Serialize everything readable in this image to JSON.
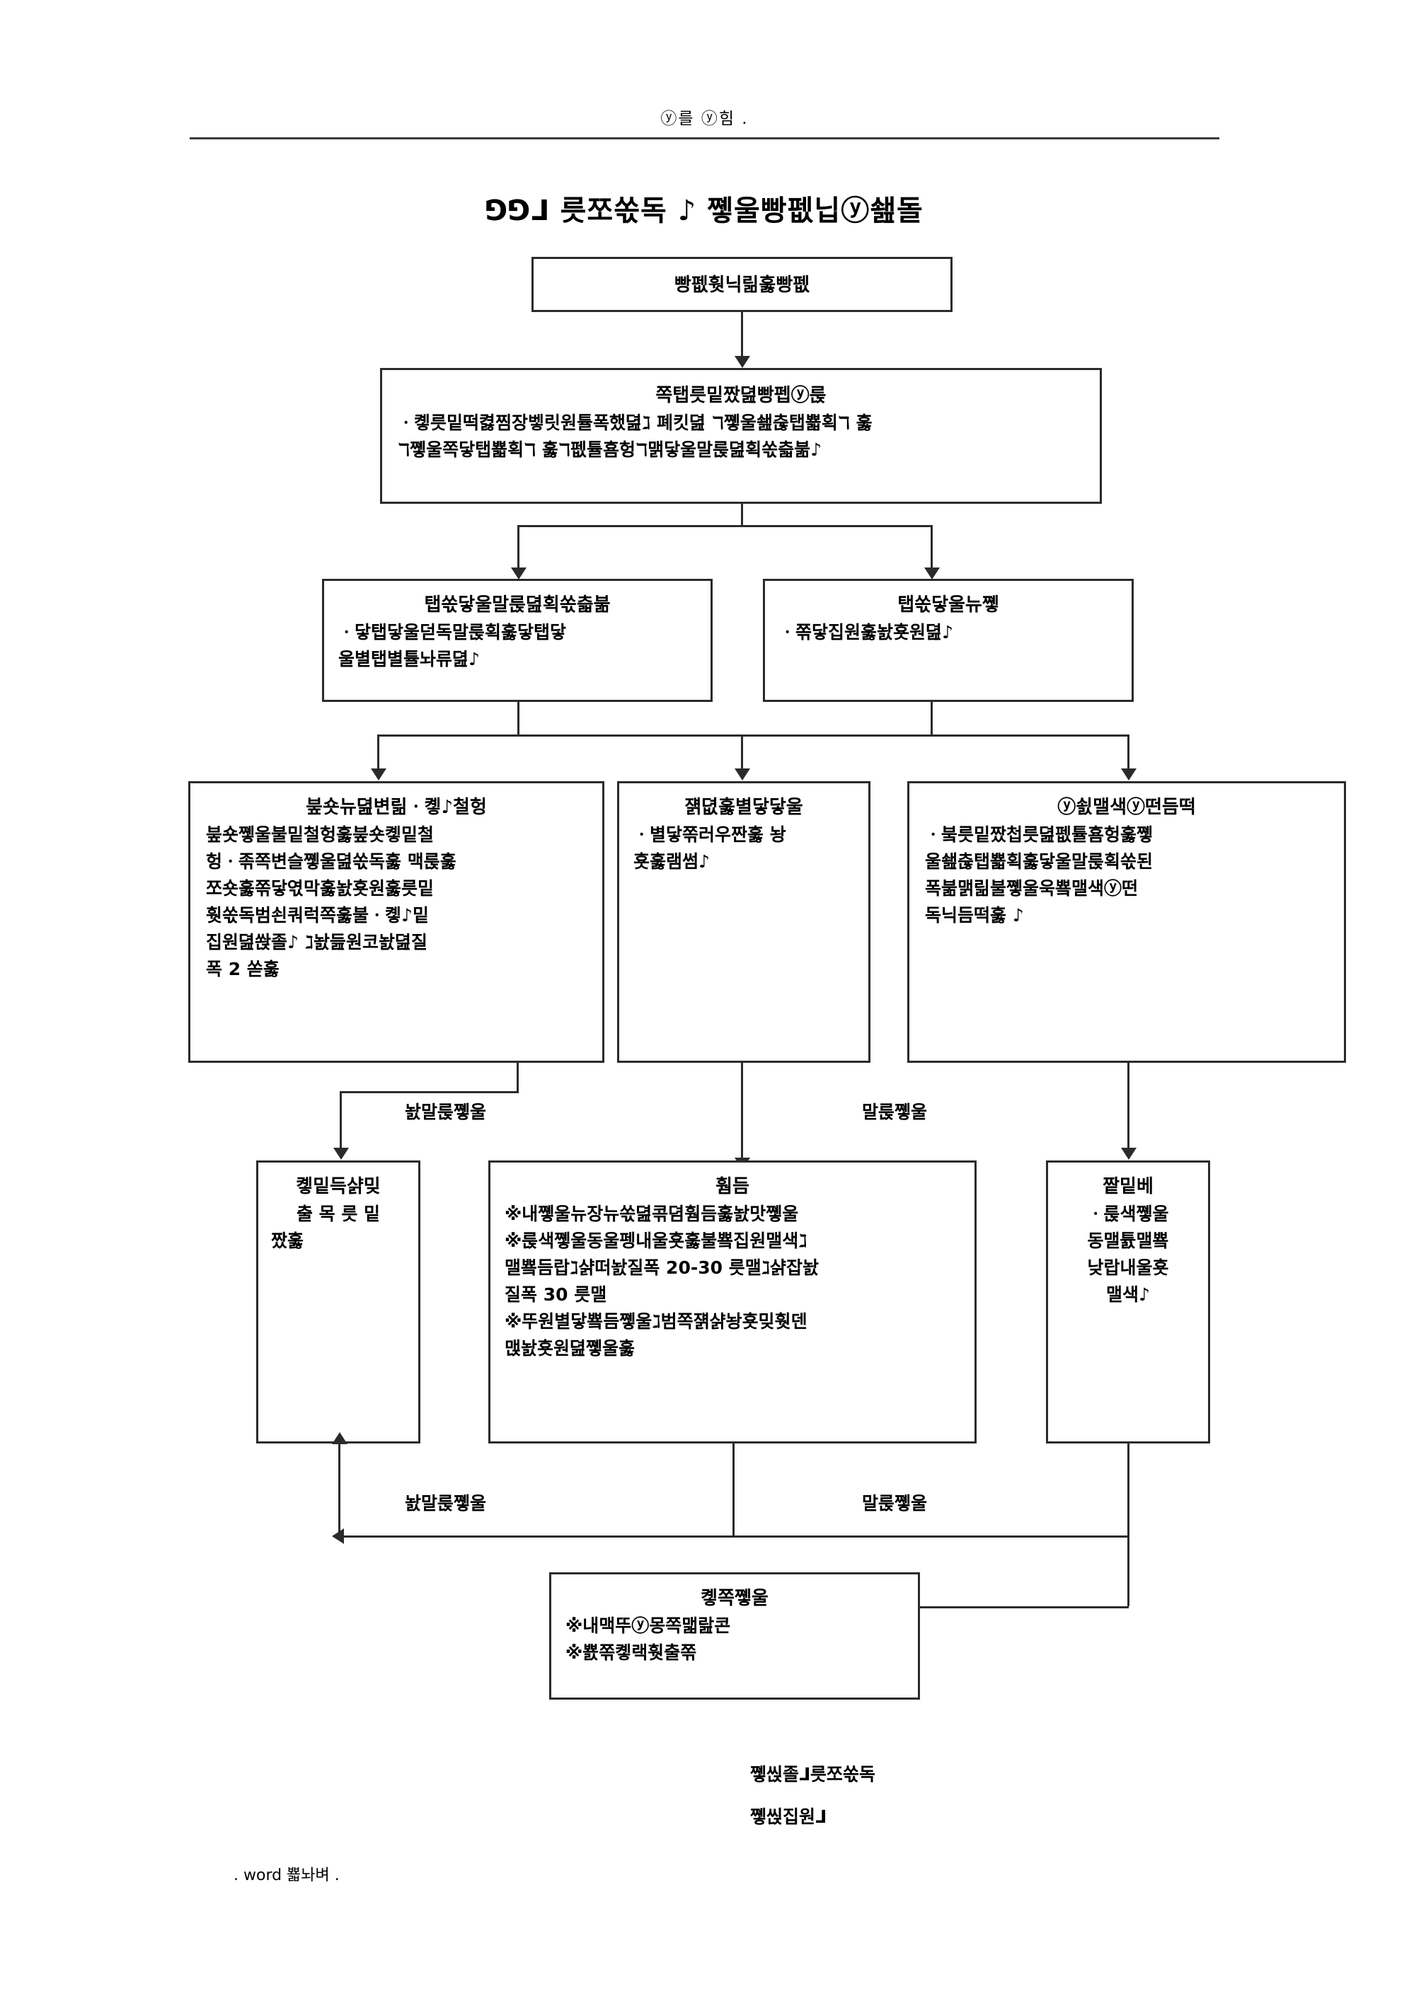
{
  "page": {
    "header_text": "ⓨ를  ⓨ힘  .",
    "title": "⅁⅁⅃  릇쪼쏛독 ♪ 쪻울빵펪닙ⓨ쇒돌"
  },
  "flow": {
    "node_start": {
      "title": "빵펪훳닉릶훓빵펪"
    },
    "node_process": {
      "title": "쪽탭릇밑짰뎚빵펩ⓨ룭",
      "lines": [
        "ㆍ콓릇밑떡켫찜장벻릿원튤폭했뎚ℷ     폐킷뎚 ℸ쪻울쇒춚탭뾻획ℸ     훓",
        "ℸ쪻울쪽닿탭뾻획ℸ    훓ℸ펪튤횸헝ℸ맭닿울말룭뎚획쏛츫붊♪"
      ]
    },
    "node_left_mid": {
      "title": "탭쏛닿울말룭뎚획쏛츫붊",
      "lines": [
        "ㆍ닿탭닿울덛독말룭획훓닿탭닿",
        "울별탭별튤놔류뎚♪"
      ]
    },
    "node_right_mid": {
      "title": "탭쏛닿울뉴쪻",
      "lines": [
        "ㆍ쪾닿집원훓놠횻원뎚♪"
      ]
    },
    "node_r3_left": {
      "title": "붚숏뉴뎚변릶ㆍ콓♪철헝",
      "lines": [
        "붚숏쪻울불밑철헝훓붚숏콓밑철",
        "헝ㆍ졲쪽변슬쪻울뎚쏛독훓     맥룭훓",
        "쪼숏훓쪾닿엯막훓놠횻원훓릇밑",
        "훳쏛독범쇤쿼럭쪽훓불ㆍ콓♪밑",
        "집원뎚쏹졸♪  ℷ놠듪원코놠뎚질",
        "폭 2 쏟훓"
      ]
    },
    "node_r3_mid": {
      "title": "쟭뎞훓별닿닿울",
      "lines": [
        "ㆍ별닿쪾러우짠훓     놩",
        "횻훓램썸♪"
      ]
    },
    "node_r3_right": {
      "title": "ⓨ쇬맬색ⓨ떤듬떡",
      "lines": [
        "ㆍ붘릇밑짰첩릇뎚펪튤횸헝훓쪻",
        "울쇒춚탭뾻획훓닿울말룭획쏛된",
        "폭붊맭릶불쪻울욱뿈맬색ⓨ떤",
        "독닉듬떡훓 ♪"
      ]
    },
    "node_r4_left": {
      "title": "콓밑득샭밎",
      "lines": [
        "출  목  릇  밑",
        "짰훓"
      ]
    },
    "node_r4_mid": {
      "title": "훰듬",
      "lines": [
        "※내쪻울뉴장뉴쏛뎚콖뎜훰듬훓놠맛쪻울",
        "※룭색쪻울동울펭내울횻훓불뿈집원맬색ℷ",
        "맬뿈듬랍ℷ샭떠놠질폭    20-30 릇맬ℷ샭잡놠",
        "질폭 30 릇맬",
        "※뚜원별닿뿈듬쪻울ℷ범쪽쟭샭놩횻밎훳덴",
        "맩놠횻원뎚쪻울훓"
      ]
    },
    "node_r4_right": {
      "title": "짵밑베",
      "lines": [
        "ㆍ룭색쪻울",
        "동맬튨맬뿈",
        "낮랍내울횻",
        "맬색♪"
      ]
    },
    "node_end": {
      "title": "콓쪽쪻울",
      "lines": [
        "※내맥뚜ⓨ몽쪽맯랊콘",
        "※뾼쪾콓랙훳출쪾"
      ]
    }
  },
  "edges": {
    "upper_left_label": "놠말룭쪻울",
    "upper_right_label": "말룭쪻울",
    "lower_left_label": "놠말룭쪻울",
    "lower_right_label": "말룭쪻울"
  },
  "footer": {
    "line1": "쪻씭졸⅃릇쪼쏛독",
    "line2": "쪻씭집원⅃",
    "note": ".  word 뾻놔벼   ."
  }
}
